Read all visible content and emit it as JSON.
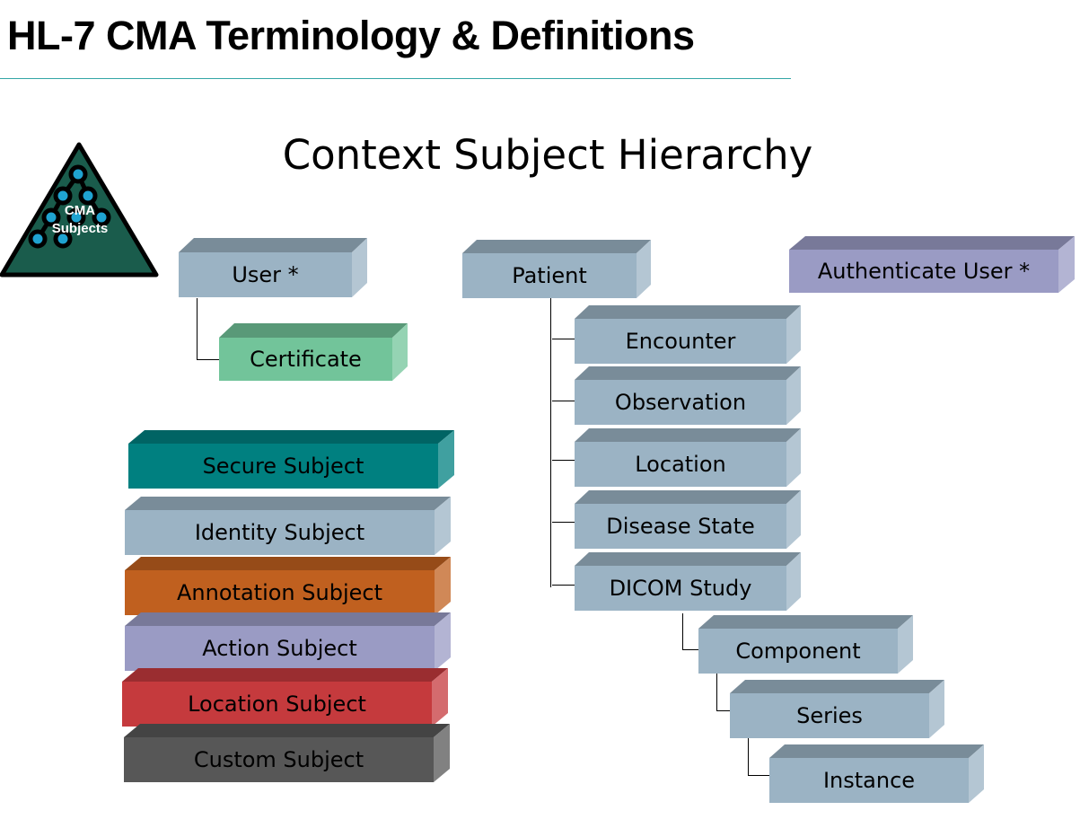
{
  "header": {
    "title": "HL-7 CMA Terminology & Definitions",
    "rule_color": "#33a6a6"
  },
  "diagram": {
    "title": "Context Subject Hierarchy",
    "logo": {
      "icon": "triangle-tree-icon",
      "line1": "CMA",
      "line2": "Subjects",
      "fill": "#1a5c4c",
      "node_color": "#1fa3d1"
    },
    "nodes": {
      "user": "User *",
      "certificate": "Certificate",
      "patient": "Patient",
      "authenticate_user": "Authenticate User *",
      "encounter": "Encounter",
      "observation": "Observation",
      "location": "Location",
      "disease_state": "Disease State",
      "dicom_study": "DICOM Study",
      "component": "Component",
      "series": "Series",
      "instance": "Instance"
    },
    "subject_stack": [
      {
        "label": "Secure Subject",
        "color": "#008080"
      },
      {
        "label": "Identity Subject",
        "color": "#9bb3c4"
      },
      {
        "label": "Annotation Subject",
        "color": "#c0601f"
      },
      {
        "label": "Action Subject",
        "color": "#9a9bc4"
      },
      {
        "label": "Location Subject",
        "color": "#c53a3d"
      },
      {
        "label": "Custom Subject",
        "color": "#575757"
      }
    ],
    "colors": {
      "default_box": "#9bb3c4",
      "certificate_box": "#72c49a",
      "authenticate_box": "#9a9bc4"
    }
  }
}
